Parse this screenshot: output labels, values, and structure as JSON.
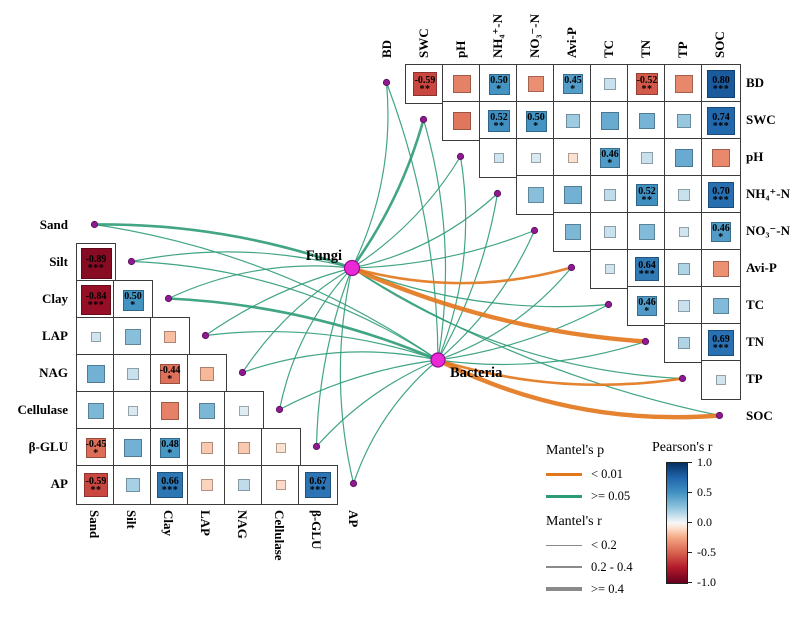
{
  "chart_data": {
    "type": "heatmap",
    "subtype": "mantel-test-correlation-network",
    "upper_matrix": {
      "variables": [
        "BD",
        "SWC",
        "pH",
        "NH₄⁺-N",
        "NO₃⁻-N",
        "Avi-P",
        "TC",
        "TN",
        "TP",
        "SOC"
      ],
      "cells": [
        {
          "row": 0,
          "col": 1,
          "r": -0.59,
          "sig": "**"
        },
        {
          "row": 0,
          "col": 2,
          "r": -0.38,
          "sig": ""
        },
        {
          "row": 0,
          "col": 3,
          "r": 0.5,
          "sig": "*"
        },
        {
          "row": 0,
          "col": 4,
          "r": -0.33,
          "sig": ""
        },
        {
          "row": 0,
          "col": 5,
          "r": 0.45,
          "sig": "*"
        },
        {
          "row": 0,
          "col": 6,
          "r": 0.12,
          "sig": ""
        },
        {
          "row": 0,
          "col": 7,
          "r": -0.52,
          "sig": "**"
        },
        {
          "row": 0,
          "col": 8,
          "r": -0.36,
          "sig": ""
        },
        {
          "row": 0,
          "col": 9,
          "r": 0.8,
          "sig": "***"
        },
        {
          "row": 1,
          "col": 2,
          "r": -0.42,
          "sig": ""
        },
        {
          "row": 1,
          "col": 3,
          "r": 0.52,
          "sig": "**"
        },
        {
          "row": 1,
          "col": 4,
          "r": 0.5,
          "sig": "*"
        },
        {
          "row": 1,
          "col": 5,
          "r": 0.22,
          "sig": ""
        },
        {
          "row": 1,
          "col": 6,
          "r": 0.38,
          "sig": ""
        },
        {
          "row": 1,
          "col": 7,
          "r": 0.34,
          "sig": ""
        },
        {
          "row": 1,
          "col": 8,
          "r": 0.24,
          "sig": ""
        },
        {
          "row": 1,
          "col": 9,
          "r": 0.74,
          "sig": "***"
        },
        {
          "row": 2,
          "col": 3,
          "r": 0.1,
          "sig": ""
        },
        {
          "row": 2,
          "col": 4,
          "r": 0.08,
          "sig": ""
        },
        {
          "row": 2,
          "col": 5,
          "r": -0.08,
          "sig": ""
        },
        {
          "row": 2,
          "col": 6,
          "r": 0.46,
          "sig": "*"
        },
        {
          "row": 2,
          "col": 7,
          "r": 0.12,
          "sig": ""
        },
        {
          "row": 2,
          "col": 8,
          "r": 0.38,
          "sig": ""
        },
        {
          "row": 2,
          "col": 9,
          "r": -0.35,
          "sig": ""
        },
        {
          "row": 3,
          "col": 4,
          "r": 0.28,
          "sig": ""
        },
        {
          "row": 3,
          "col": 5,
          "r": 0.35,
          "sig": ""
        },
        {
          "row": 3,
          "col": 6,
          "r": 0.14,
          "sig": ""
        },
        {
          "row": 3,
          "col": 7,
          "r": 0.52,
          "sig": "**"
        },
        {
          "row": 3,
          "col": 8,
          "r": 0.12,
          "sig": ""
        },
        {
          "row": 3,
          "col": 9,
          "r": 0.7,
          "sig": "***"
        },
        {
          "row": 4,
          "col": 5,
          "r": 0.32,
          "sig": ""
        },
        {
          "row": 4,
          "col": 6,
          "r": 0.12,
          "sig": ""
        },
        {
          "row": 4,
          "col": 7,
          "r": 0.3,
          "sig": ""
        },
        {
          "row": 4,
          "col": 8,
          "r": 0.1,
          "sig": ""
        },
        {
          "row": 4,
          "col": 9,
          "r": 0.46,
          "sig": "*"
        },
        {
          "row": 5,
          "col": 6,
          "r": 0.1,
          "sig": ""
        },
        {
          "row": 5,
          "col": 7,
          "r": 0.64,
          "sig": "***"
        },
        {
          "row": 5,
          "col": 8,
          "r": 0.18,
          "sig": ""
        },
        {
          "row": 5,
          "col": 9,
          "r": -0.32,
          "sig": ""
        },
        {
          "row": 6,
          "col": 7,
          "r": 0.46,
          "sig": "*"
        },
        {
          "row": 6,
          "col": 8,
          "r": 0.12,
          "sig": ""
        },
        {
          "row": 6,
          "col": 9,
          "r": 0.3,
          "sig": ""
        },
        {
          "row": 7,
          "col": 8,
          "r": 0.18,
          "sig": ""
        },
        {
          "row": 7,
          "col": 9,
          "r": 0.69,
          "sig": "***"
        },
        {
          "row": 8,
          "col": 9,
          "r": 0.1,
          "sig": ""
        }
      ]
    },
    "lower_matrix": {
      "variables": [
        "Sand",
        "Silt",
        "Clay",
        "LAP",
        "NAG",
        "Cellulase",
        "β-GLU",
        "AP"
      ],
      "cells": [
        {
          "row": 1,
          "col": 0,
          "r": -0.89,
          "sig": "***"
        },
        {
          "row": 2,
          "col": 0,
          "r": -0.84,
          "sig": "***"
        },
        {
          "row": 2,
          "col": 1,
          "r": 0.5,
          "sig": "*"
        },
        {
          "row": 3,
          "col": 0,
          "r": 0.1,
          "sig": ""
        },
        {
          "row": 3,
          "col": 1,
          "r": 0.28,
          "sig": ""
        },
        {
          "row": 3,
          "col": 2,
          "r": -0.18,
          "sig": ""
        },
        {
          "row": 4,
          "col": 0,
          "r": 0.35,
          "sig": ""
        },
        {
          "row": 4,
          "col": 1,
          "r": 0.12,
          "sig": ""
        },
        {
          "row": 4,
          "col": 2,
          "r": -0.44,
          "sig": "*"
        },
        {
          "row": 4,
          "col": 3,
          "r": -0.2,
          "sig": ""
        },
        {
          "row": 5,
          "col": 0,
          "r": 0.32,
          "sig": ""
        },
        {
          "row": 5,
          "col": 1,
          "r": 0.08,
          "sig": ""
        },
        {
          "row": 5,
          "col": 2,
          "r": -0.38,
          "sig": ""
        },
        {
          "row": 5,
          "col": 3,
          "r": 0.32,
          "sig": ""
        },
        {
          "row": 5,
          "col": 4,
          "r": 0.06,
          "sig": ""
        },
        {
          "row": 6,
          "col": 0,
          "r": -0.45,
          "sig": "*"
        },
        {
          "row": 6,
          "col": 1,
          "r": 0.35,
          "sig": ""
        },
        {
          "row": 6,
          "col": 2,
          "r": 0.48,
          "sig": "*"
        },
        {
          "row": 6,
          "col": 3,
          "r": -0.15,
          "sig": ""
        },
        {
          "row": 6,
          "col": 4,
          "r": -0.15,
          "sig": ""
        },
        {
          "row": 6,
          "col": 5,
          "r": -0.08,
          "sig": ""
        },
        {
          "row": 7,
          "col": 0,
          "r": -0.59,
          "sig": "**"
        },
        {
          "row": 7,
          "col": 1,
          "r": 0.2,
          "sig": ""
        },
        {
          "row": 7,
          "col": 2,
          "r": 0.66,
          "sig": "***"
        },
        {
          "row": 7,
          "col": 3,
          "r": -0.12,
          "sig": ""
        },
        {
          "row": 7,
          "col": 4,
          "r": 0.14,
          "sig": ""
        },
        {
          "row": 7,
          "col": 5,
          "r": -0.1,
          "sig": ""
        },
        {
          "row": 7,
          "col": 6,
          "r": 0.67,
          "sig": "***"
        }
      ]
    },
    "network": {
      "nodes": [
        {
          "id": "Fungi",
          "label": "Fungi"
        },
        {
          "id": "Bacteria",
          "label": "Bacteria"
        }
      ],
      "edges": [
        {
          "source": "Fungi",
          "target": "Sand",
          "p": ">= 0.05",
          "r": "0.2 - 0.4"
        },
        {
          "source": "Fungi",
          "target": "Silt",
          "p": ">= 0.05",
          "r": "< 0.2"
        },
        {
          "source": "Fungi",
          "target": "Clay",
          "p": ">= 0.05",
          "r": "< 0.2"
        },
        {
          "source": "Fungi",
          "target": "LAP",
          "p": ">= 0.05",
          "r": "< 0.2"
        },
        {
          "source": "Fungi",
          "target": "NAG",
          "p": ">= 0.05",
          "r": "< 0.2"
        },
        {
          "source": "Fungi",
          "target": "Cellulase",
          "p": ">= 0.05",
          "r": "< 0.2"
        },
        {
          "source": "Fungi",
          "target": "β-GLU",
          "p": ">= 0.05",
          "r": "< 0.2"
        },
        {
          "source": "Fungi",
          "target": "AP",
          "p": ">= 0.05",
          "r": "< 0.2"
        },
        {
          "source": "Fungi",
          "target": "BD",
          "p": ">= 0.05",
          "r": "< 0.2"
        },
        {
          "source": "Fungi",
          "target": "SWC",
          "p": ">= 0.05",
          "r": "0.2 - 0.4"
        },
        {
          "source": "Fungi",
          "target": "pH",
          "p": ">= 0.05",
          "r": "< 0.2"
        },
        {
          "source": "Fungi",
          "target": "NH₄⁺-N",
          "p": ">= 0.05",
          "r": "< 0.2"
        },
        {
          "source": "Fungi",
          "target": "NO₃⁻-N",
          "p": ">= 0.05",
          "r": "< 0.2"
        },
        {
          "source": "Fungi",
          "target": "Avi-P",
          "p": "< 0.01",
          "r": "0.2 - 0.4"
        },
        {
          "source": "Fungi",
          "target": "TC",
          "p": ">= 0.05",
          "r": "< 0.2"
        },
        {
          "source": "Fungi",
          "target": "TN",
          "p": "< 0.01",
          "r": ">= 0.4"
        },
        {
          "source": "Fungi",
          "target": "TP",
          "p": ">= 0.05",
          "r": "< 0.2"
        },
        {
          "source": "Fungi",
          "target": "SOC",
          "p": ">= 0.05",
          "r": "< 0.2"
        },
        {
          "source": "Bacteria",
          "target": "Sand",
          "p": ">= 0.05",
          "r": "< 0.2"
        },
        {
          "source": "Bacteria",
          "target": "Silt",
          "p": ">= 0.05",
          "r": "< 0.2"
        },
        {
          "source": "Bacteria",
          "target": "Clay",
          "p": ">= 0.05",
          "r": "0.2 - 0.4"
        },
        {
          "source": "Bacteria",
          "target": "LAP",
          "p": ">= 0.05",
          "r": "< 0.2"
        },
        {
          "source": "Bacteria",
          "target": "NAG",
          "p": ">= 0.05",
          "r": "< 0.2"
        },
        {
          "source": "Bacteria",
          "target": "Cellulase",
          "p": ">= 0.05",
          "r": "< 0.2"
        },
        {
          "source": "Bacteria",
          "target": "β-GLU",
          "p": ">= 0.05",
          "r": "< 0.2"
        },
        {
          "source": "Bacteria",
          "target": "AP",
          "p": ">= 0.05",
          "r": "< 0.2"
        },
        {
          "source": "Bacteria",
          "target": "BD",
          "p": ">= 0.05",
          "r": "< 0.2"
        },
        {
          "source": "Bacteria",
          "target": "SWC",
          "p": ">= 0.05",
          "r": "< 0.2"
        },
        {
          "source": "Bacteria",
          "target": "pH",
          "p": ">= 0.05",
          "r": "< 0.2"
        },
        {
          "source": "Bacteria",
          "target": "NH₄⁺-N",
          "p": ">= 0.05",
          "r": "< 0.2"
        },
        {
          "source": "Bacteria",
          "target": "NO₃⁻-N",
          "p": ">= 0.05",
          "r": "< 0.2"
        },
        {
          "source": "Bacteria",
          "target": "Avi-P",
          "p": ">= 0.05",
          "r": "< 0.2"
        },
        {
          "source": "Bacteria",
          "target": "TC",
          "p": ">= 0.05",
          "r": "< 0.2"
        },
        {
          "source": "Bacteria",
          "target": "TN",
          "p": ">= 0.05",
          "r": "< 0.2"
        },
        {
          "source": "Bacteria",
          "target": "TP",
          "p": "< 0.01",
          "r": "0.2 - 0.4"
        },
        {
          "source": "Bacteria",
          "target": "SOC",
          "p": "< 0.01",
          "r": ">= 0.4"
        }
      ]
    },
    "palette": {
      "stops": [
        [
          -1,
          "#67001f"
        ],
        [
          -0.75,
          "#b2182b"
        ],
        [
          -0.5,
          "#d6604d"
        ],
        [
          -0.25,
          "#f4a582"
        ],
        [
          -0.1,
          "#fddbc7"
        ],
        [
          0,
          "#f7f7f7"
        ],
        [
          0.1,
          "#d1e5f0"
        ],
        [
          0.25,
          "#92c5de"
        ],
        [
          0.5,
          "#4393c3"
        ],
        [
          0.75,
          "#2166ac"
        ],
        [
          1,
          "#053061"
        ]
      ]
    },
    "legend": {
      "mantel_p": {
        "title": "Mantel's p",
        "items": [
          {
            "label": "< 0.01",
            "color": "#e2761b"
          },
          {
            "label": ">= 0.05",
            "color": "#2e9b77"
          }
        ]
      },
      "mantel_r": {
        "title": "Mantel's r",
        "items": [
          {
            "label": "< 0.2",
            "width": 1.2
          },
          {
            "label": "0.2 - 0.4",
            "width": 2.6
          },
          {
            "label": ">= 0.4",
            "width": 4.4
          }
        ]
      },
      "pearson_r": {
        "title": "Pearson's r",
        "ticks": [
          "1.0",
          "0.5",
          "0.0",
          "-0.5",
          "-1.0"
        ]
      }
    }
  }
}
